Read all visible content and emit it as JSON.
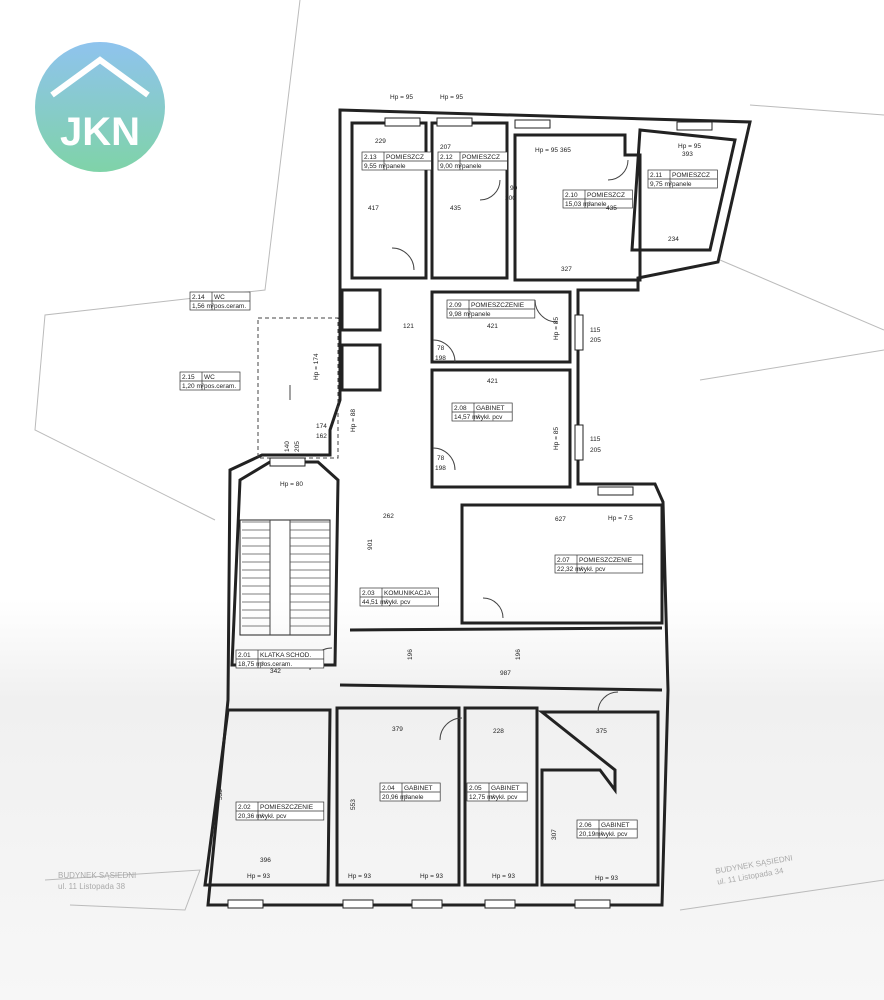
{
  "logo": {
    "text": "JKN",
    "colors": [
      "#8fc3ee",
      "#7fd3a8"
    ]
  },
  "rooms": [
    {
      "no": "2.13",
      "name": "POMIESZCZ",
      "area": "9,55 m²",
      "floor": "panele"
    },
    {
      "no": "2.12",
      "name": "POMIESZCZ",
      "area": "9,00 m²",
      "floor": "panele"
    },
    {
      "no": "2.10",
      "name": "POMIESZCZ",
      "area": "15,03 m²",
      "floor": "panele"
    },
    {
      "no": "2.11",
      "name": "POMIESZCZ",
      "area": "9,75 m²",
      "floor": "panele"
    },
    {
      "no": "2.09",
      "name": "POMIESZCZENIE",
      "area": "9,98 m²",
      "floor": "panele"
    },
    {
      "no": "2.08",
      "name": "GABINET",
      "area": "14,57 m²",
      "floor": "wykł. pcv"
    },
    {
      "no": "2.07",
      "name": "POMIESZCZENIE",
      "area": "22,32 m²",
      "floor": "wykł. pcv"
    },
    {
      "no": "2.03",
      "name": "KOMUNIKACJA",
      "area": "44,51 m²",
      "floor": "wykł. pcv"
    },
    {
      "no": "2.01",
      "name": "KLATKA SCHOD.",
      "area": "18,75 m²",
      "floor": "pos.ceram."
    },
    {
      "no": "2.14",
      "name": "WC",
      "area": "1,56 m²",
      "floor": "pos.ceram."
    },
    {
      "no": "2.15",
      "name": "WC",
      "area": "1,20 m²",
      "floor": "pos.ceram."
    },
    {
      "no": "2.02",
      "name": "POMIESZCZENIE",
      "area": "20,36 m²",
      "floor": "wykł. pcv"
    },
    {
      "no": "2.04",
      "name": "GABINET",
      "area": "20,96 m²",
      "floor": "panele"
    },
    {
      "no": "2.05",
      "name": "GABINET",
      "area": "12,75 m²",
      "floor": "wykł. pcv"
    },
    {
      "no": "2.06",
      "name": "GABINET",
      "area": "20,19m²",
      "floor": "wykł. pcv"
    }
  ],
  "neighbors": [
    {
      "line1": "BUDYNEK SĄSIEDNI",
      "line2": "ul. 11 Listopada 38"
    },
    {
      "line1": "BUDYNEK SĄSIEDNI",
      "line2": "ul. 11 Listopada 34"
    }
  ],
  "dims": [
    "Hp = 95",
    "Hp = 95",
    "Hp = 95",
    "Hp = 95",
    "229",
    "207",
    "365",
    "393",
    "417",
    "435",
    "435",
    "327",
    "234",
    "421",
    "421",
    "Hp = 80",
    "Hp = 7.5",
    "627",
    "987",
    "342",
    "379",
    "228",
    "375",
    "396",
    "Hp = 93",
    "Hp = 93",
    "Hp = 93",
    "Hp = 93",
    "Hp = 93",
    "115",
    "205",
    "115",
    "205",
    "90",
    "200",
    "78",
    "198",
    "78",
    "198",
    "Hp = 88",
    "Hp = 85",
    "Hp = 85",
    "Hp = 174",
    "174",
    "162",
    "262",
    "555",
    "553",
    "307",
    "901",
    "196",
    "196",
    "121",
    "140",
    "205"
  ]
}
